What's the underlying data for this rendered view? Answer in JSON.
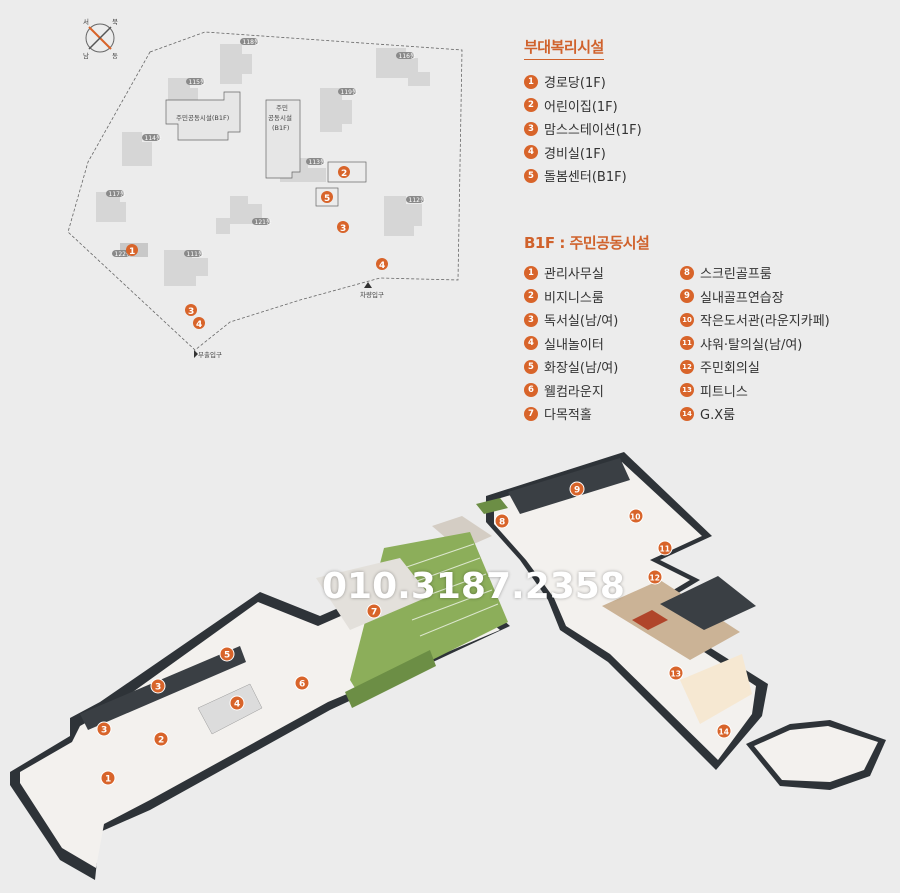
{
  "compass": {
    "labels": [
      "서",
      "북",
      "남",
      "동"
    ]
  },
  "site_plan": {
    "buildings": [
      "118동",
      "116동",
      "115동",
      "119동",
      "114동",
      "113동",
      "117동",
      "121동",
      "112동",
      "111동",
      "122동"
    ],
    "facility_labels": {
      "resident_b1f": "주민공동시설(B1F)",
      "community": [
        "주민",
        "공동시설",
        "(B1F)"
      ]
    },
    "markers": [
      "1",
      "2",
      "3",
      "4",
      "5",
      "3",
      "4"
    ],
    "entrances": {
      "right": "차량입구",
      "bottom": "부출입구"
    }
  },
  "welfare": {
    "title": "부대복리시설",
    "items": [
      {
        "num": "1",
        "label": "경로당(1F)"
      },
      {
        "num": "2",
        "label": "어린이집(1F)"
      },
      {
        "num": "3",
        "label": "맘스스테이션(1F)"
      },
      {
        "num": "4",
        "label": "경비실(1F)"
      },
      {
        "num": "5",
        "label": "돌봄센터(B1F)"
      }
    ]
  },
  "b1f": {
    "title": "B1F : 주민공동시설",
    "left": [
      {
        "num": "1",
        "label": "관리사무실"
      },
      {
        "num": "2",
        "label": "비지니스룸"
      },
      {
        "num": "3",
        "label": "독서실(남/여)"
      },
      {
        "num": "4",
        "label": "실내놀이터"
      },
      {
        "num": "5",
        "label": "화장실(남/여)"
      },
      {
        "num": "6",
        "label": "웰컴라운지"
      },
      {
        "num": "7",
        "label": "다목적홀"
      }
    ],
    "right": [
      {
        "num": "8",
        "label": "스크린골프룸"
      },
      {
        "num": "9",
        "label": "실내골프연습장"
      },
      {
        "num": "10",
        "label": "작은도서관(라운지카페)"
      },
      {
        "num": "11",
        "label": "샤워·탈의실(남/여)"
      },
      {
        "num": "12",
        "label": "주민회의실"
      },
      {
        "num": "13",
        "label": "피트니스"
      },
      {
        "num": "14",
        "label": "G.X룸"
      }
    ]
  },
  "floor_plan": {
    "markers": [
      "1",
      "2",
      "3",
      "3",
      "4",
      "5",
      "6",
      "7",
      "8",
      "9",
      "10",
      "11",
      "12",
      "13",
      "14"
    ]
  },
  "overlay": {
    "phone": "010.3187.2358"
  },
  "colors": {
    "accent": "#d8642a",
    "title": "#d0622c",
    "wall": "#2e3338",
    "lawn": "#8cae5a"
  }
}
